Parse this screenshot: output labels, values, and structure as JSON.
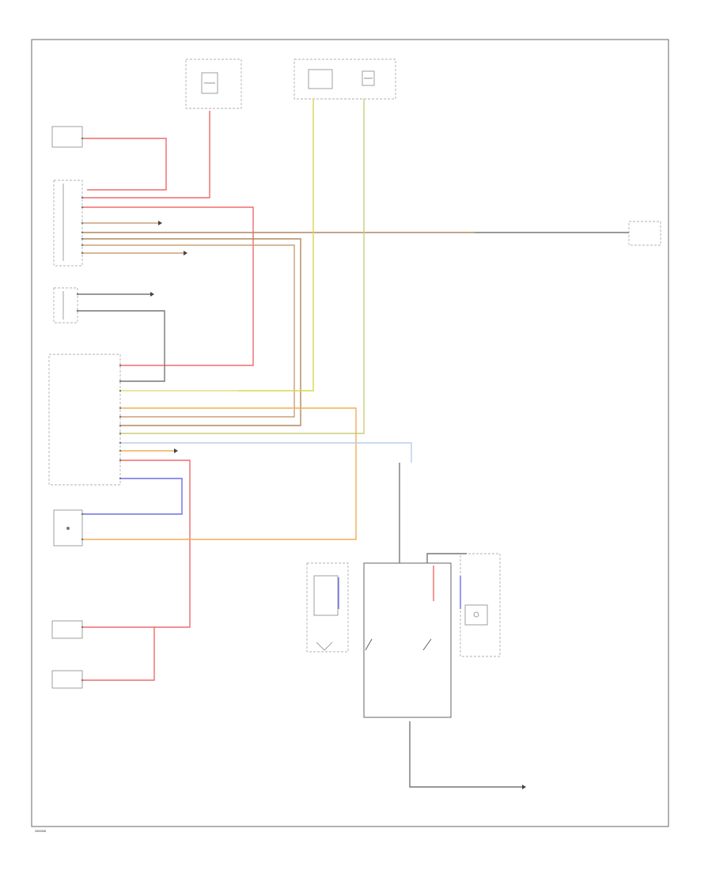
{
  "diagram_id": "2600068",
  "colors": {
    "red": "#f06a6a",
    "pink": "#f5a0a0",
    "yellow": "#d8d84a",
    "olive": "#c8cf7a",
    "orange": "#f0ae55",
    "tan": "#c8a07a",
    "brown": "#b08860",
    "gray": "#8a8a8a",
    "blue": "#6f6fe6",
    "lightblue": "#b8cde8",
    "black": "#444444",
    "frame": "#666666"
  },
  "icons": [
    "fuse-symbol",
    "switch-contact",
    "ground-symbol",
    "connector-pin"
  ]
}
